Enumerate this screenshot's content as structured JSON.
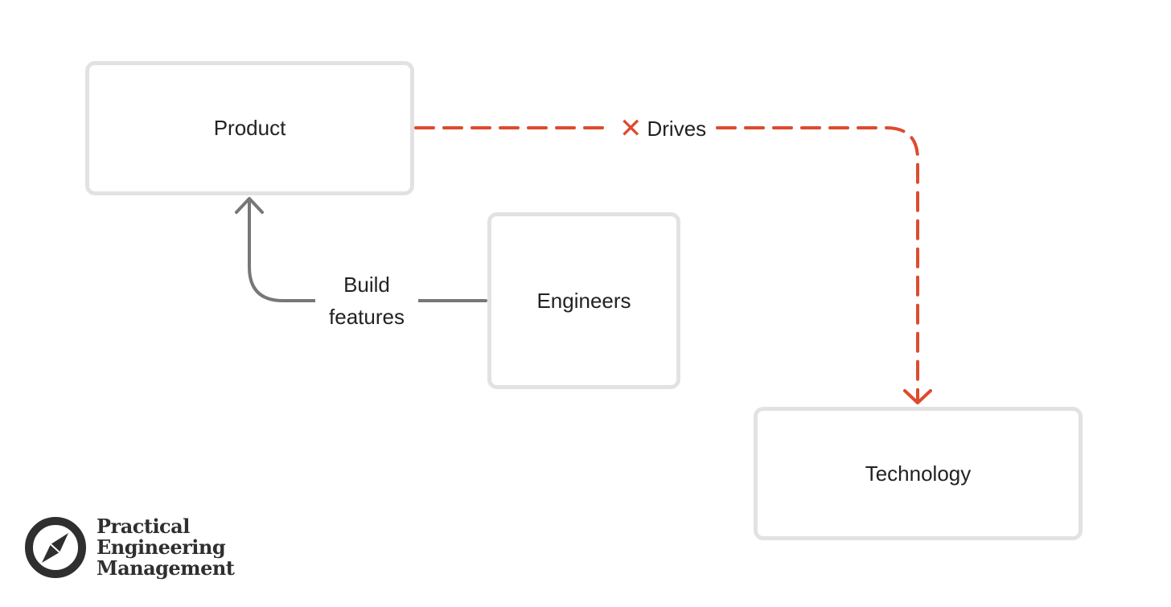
{
  "diagram": {
    "nodes": {
      "product": "Product",
      "engineers": "Engineers",
      "technology": "Technology"
    },
    "edges": {
      "build_features": {
        "line1": "Build",
        "line2": "features",
        "from": "Engineers",
        "to": "Product"
      },
      "drives": {
        "label": "Drives",
        "marker": "✕",
        "from": "Product",
        "to": "Technology",
        "style": "dashed",
        "crossed_out": true
      }
    }
  },
  "brand": {
    "lines": [
      "Practical",
      "Engineering",
      "Management"
    ],
    "icon": "compass-icon"
  },
  "colors": {
    "box_border": "#e2e2e2",
    "text": "#222222",
    "solid_edge": "#777777",
    "dashed_edge": "#dd4b2e",
    "logo": "#2f2f2f"
  }
}
